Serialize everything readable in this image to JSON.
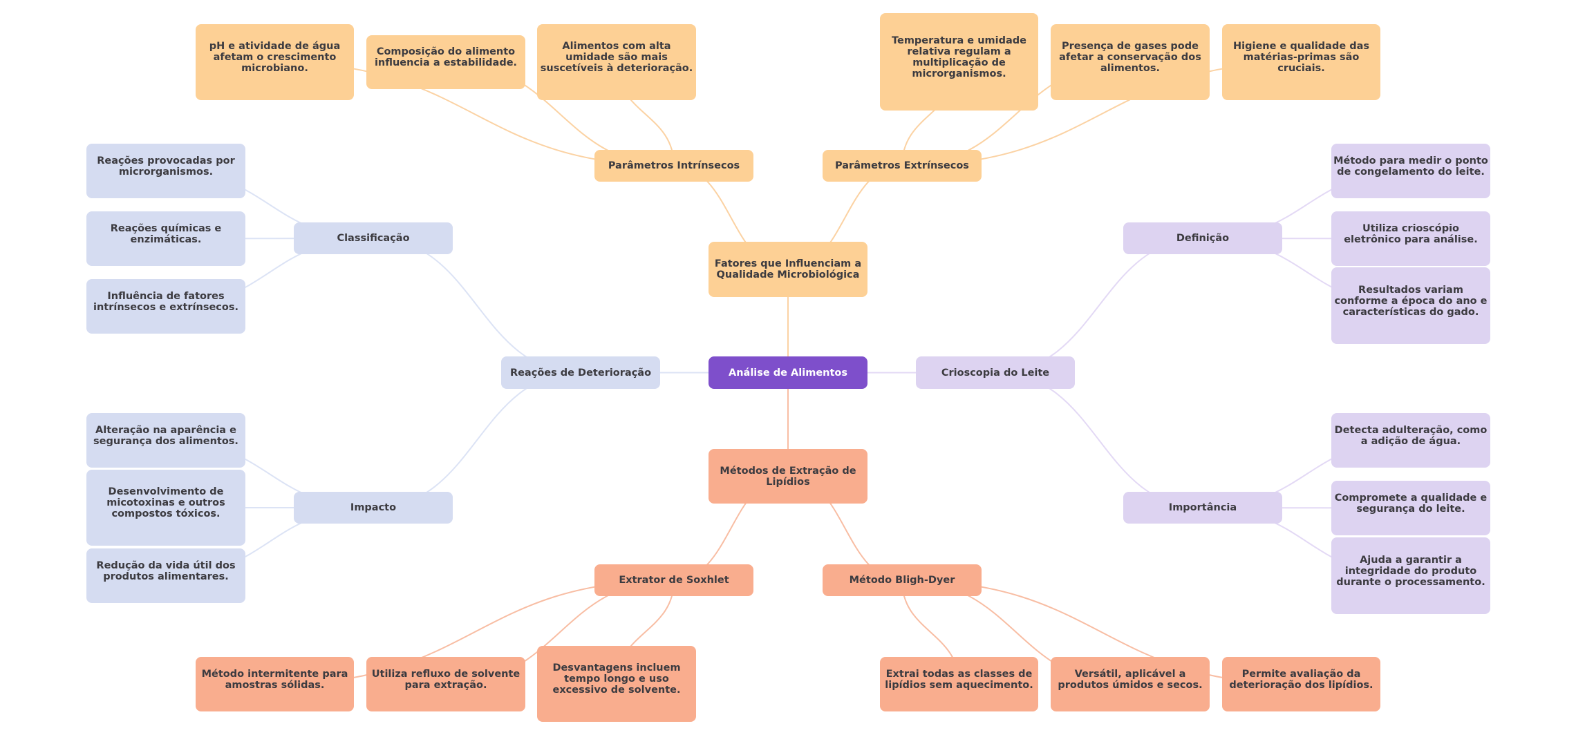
{
  "mindmap": {
    "root": {
      "id": "root",
      "label": "Análise de Alimentos",
      "color": "#7E4FCB"
    },
    "branch_colors": {
      "orange": {
        "fill": "#FDD095",
        "edge": "#FBD2A3"
      },
      "blue": {
        "fill": "#D5DCF1",
        "edge": "#DCE3F5"
      },
      "purple": {
        "fill": "#DDD3F1",
        "edge": "#E3D9F5"
      },
      "salmon": {
        "fill": "#F9AD8E",
        "edge": "#F8BDA3"
      }
    },
    "nodes": {
      "fatores": {
        "label": "Fatores que Influenciam a Qualidade Microbiológica",
        "branch": "orange",
        "parent": "root"
      },
      "intrinsecos": {
        "label": "Parâmetros Intrínsecos",
        "branch": "orange",
        "parent": "fatores"
      },
      "extrinsecos": {
        "label": "Parâmetros Extrínsecos",
        "branch": "orange",
        "parent": "fatores"
      },
      "ph": {
        "label": "pH e atividade de água afetam o crescimento microbiano.",
        "branch": "orange",
        "parent": "intrinsecos"
      },
      "composicao": {
        "label": "Composição do alimento influencia a estabilidade.",
        "branch": "orange",
        "parent": "intrinsecos"
      },
      "umidade": {
        "label": "Alimentos com alta umidade são mais suscetíveis à deterioração.",
        "branch": "orange",
        "parent": "intrinsecos"
      },
      "temperatura": {
        "label": "Temperatura e umidade relativa regulam a multiplicação de microrganismos.",
        "branch": "orange",
        "parent": "extrinsecos"
      },
      "gases": {
        "label": "Presença de gases pode afetar a conservação dos alimentos.",
        "branch": "orange",
        "parent": "extrinsecos"
      },
      "higiene": {
        "label": "Higiene e qualidade das matérias-primas são cruciais.",
        "branch": "orange",
        "parent": "extrinsecos"
      },
      "reacoes": {
        "label": "Reações de Deterioração",
        "branch": "blue",
        "parent": "root"
      },
      "classificacao": {
        "label": "Classificação",
        "branch": "blue",
        "parent": "reacoes"
      },
      "impacto": {
        "label": "Impacto",
        "branch": "blue",
        "parent": "reacoes"
      },
      "r_micro": {
        "label": "Reações provocadas por microrganismos.",
        "branch": "blue",
        "parent": "classificacao"
      },
      "r_quim": {
        "label": "Reações químicas e enzimáticas.",
        "branch": "blue",
        "parent": "classificacao"
      },
      "r_infl": {
        "label": "Influência de fatores intrínsecos e extrínsecos.",
        "branch": "blue",
        "parent": "classificacao"
      },
      "i_alt": {
        "label": "Alteração na aparência e segurança dos alimentos.",
        "branch": "blue",
        "parent": "impacto"
      },
      "i_mico": {
        "label": "Desenvolvimento de micotoxinas e outros compostos tóxicos.",
        "branch": "blue",
        "parent": "impacto"
      },
      "i_red": {
        "label": "Redução da vida útil dos produtos alimentares.",
        "branch": "blue",
        "parent": "impacto"
      },
      "crioscopia": {
        "label": "Crioscopia do Leite",
        "branch": "purple",
        "parent": "root"
      },
      "definicao": {
        "label": "Definição",
        "branch": "purple",
        "parent": "crioscopia"
      },
      "importancia": {
        "label": "Importância",
        "branch": "purple",
        "parent": "crioscopia"
      },
      "d_metodo": {
        "label": "Método para medir o ponto de congelamento do leite.",
        "branch": "purple",
        "parent": "definicao"
      },
      "d_utiliza": {
        "label": "Utiliza crioscópio eletrônico para análise.",
        "branch": "purple",
        "parent": "definicao"
      },
      "d_result": {
        "label": "Resultados variam conforme a época do ano e características do gado.",
        "branch": "purple",
        "parent": "definicao"
      },
      "p_detecta": {
        "label": "Detecta adulteração, como a adição de água.",
        "branch": "purple",
        "parent": "importancia"
      },
      "p_comp": {
        "label": "Compromete a qualidade e segurança do leite.",
        "branch": "purple",
        "parent": "importancia"
      },
      "p_ajuda": {
        "label": "Ajuda a garantir a integridade do produto durante o processamento.",
        "branch": "purple",
        "parent": "importancia"
      },
      "metodos": {
        "label": "Métodos de Extração de Lipídios",
        "branch": "salmon",
        "parent": "root"
      },
      "soxhlet": {
        "label": "Extrator de Soxhlet",
        "branch": "salmon",
        "parent": "metodos"
      },
      "bligh": {
        "label": "Método Bligh-Dyer",
        "branch": "salmon",
        "parent": "metodos"
      },
      "s_interm": {
        "label": "Método intermitente para amostras sólidas.",
        "branch": "salmon",
        "parent": "soxhlet"
      },
      "s_refluxo": {
        "label": "Utiliza refluxo de solvente para extração.",
        "branch": "salmon",
        "parent": "soxhlet"
      },
      "s_desv": {
        "label": "Desvantagens incluem tempo longo e uso excessivo de solvente.",
        "branch": "salmon",
        "parent": "soxhlet"
      },
      "b_extrai": {
        "label": "Extrai todas as classes de lipídios sem aquecimento.",
        "branch": "salmon",
        "parent": "bligh"
      },
      "b_versatil": {
        "label": "Versátil, aplicável a produtos úmidos e secos.",
        "branch": "salmon",
        "parent": "bligh"
      },
      "b_permite": {
        "label": "Permite avaliação da deterioração dos lipídios.",
        "branch": "salmon",
        "parent": "bligh"
      }
    }
  }
}
